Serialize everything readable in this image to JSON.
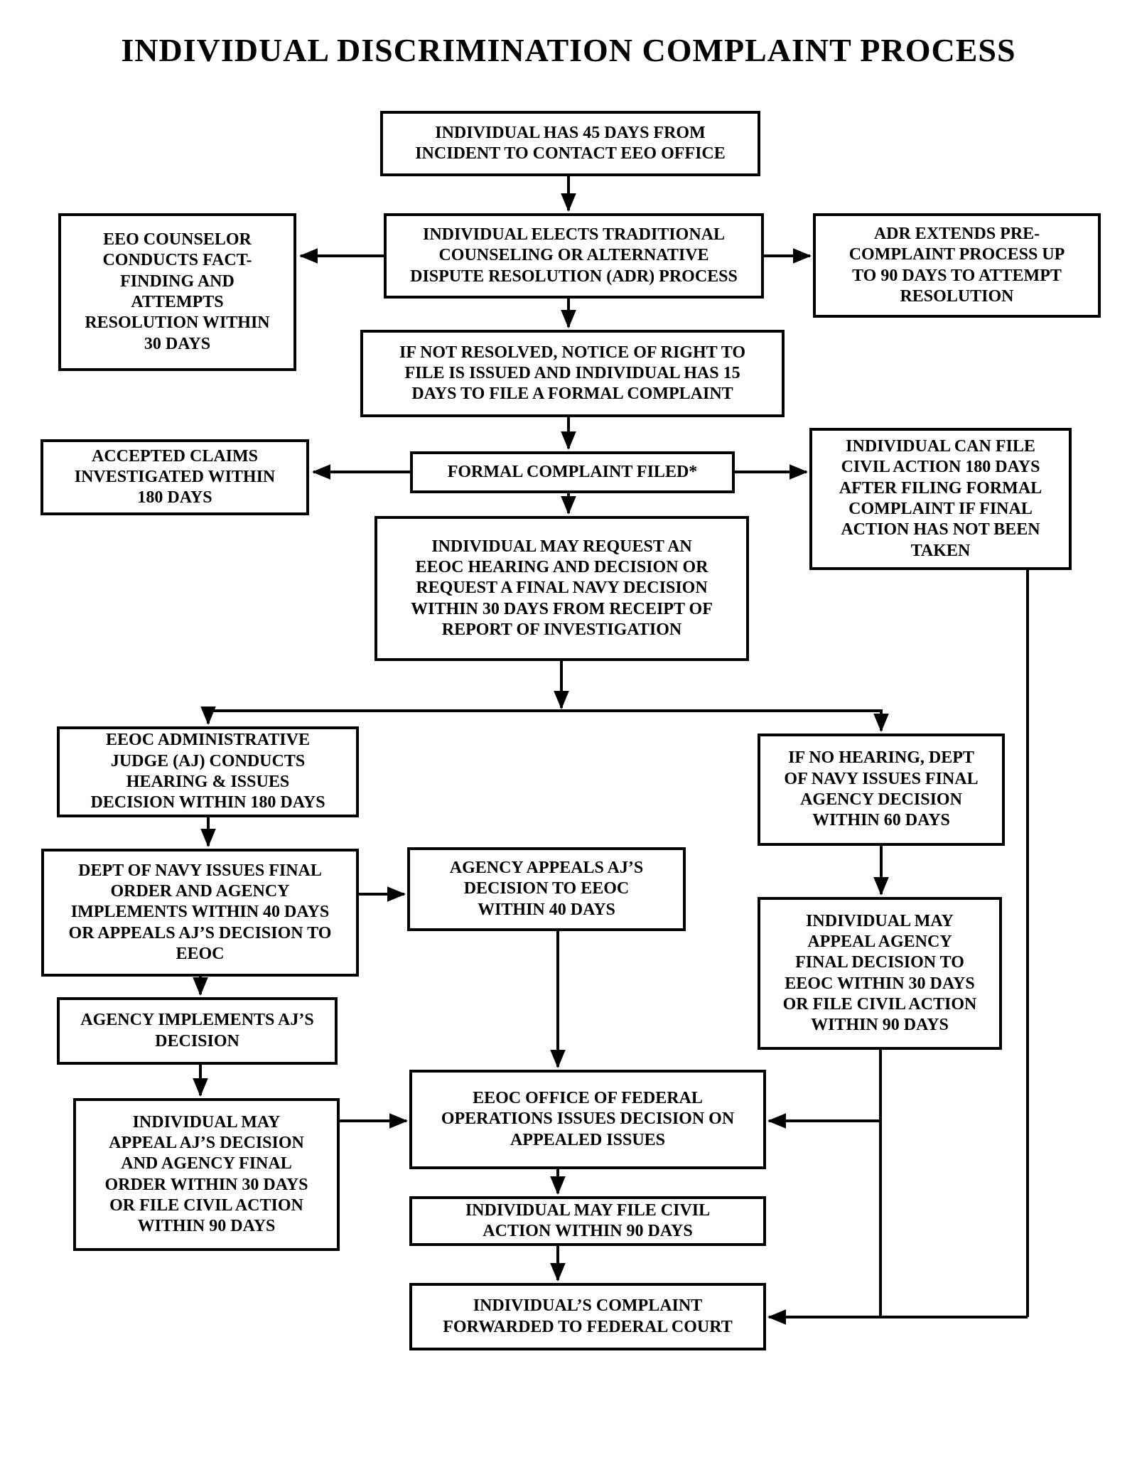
{
  "title": "INDIVIDUAL DISCRIMINATION COMPLAINT PROCESS",
  "nodes": {
    "contact_eeo": {
      "label": "INDIVIDUAL HAS 45 DAYS FROM\nINCIDENT TO CONTACT EEO OFFICE"
    },
    "eeo_counselor": {
      "label": "EEO COUNSELOR\nCONDUCTS FACT-\nFINDING AND\nATTEMPTS\nRESOLUTION WITHIN\n30 DAYS"
    },
    "elect_counseling": {
      "label": "INDIVIDUAL ELECTS TRADITIONAL\nCOUNSELING OR ALTERNATIVE\nDISPUTE RESOLUTION (ADR) PROCESS"
    },
    "adr_extends": {
      "label": "ADR EXTENDS PRE-\nCOMPLAINT PROCESS UP\nTO 90 DAYS TO ATTEMPT\nRESOLUTION"
    },
    "notice_right_file": {
      "label": "IF NOT RESOLVED, NOTICE OF RIGHT TO\nFILE IS ISSUED AND INDIVIDUAL HAS 15\nDAYS TO FILE A FORMAL COMPLAINT"
    },
    "accepted_claims": {
      "label": "ACCEPTED CLAIMS\nINVESTIGATED WITHIN\n180 DAYS"
    },
    "formal_complaint": {
      "label": "FORMAL COMPLAINT FILED*"
    },
    "civil_action_180": {
      "label": "INDIVIDUAL CAN FILE\nCIVIL ACTION 180 DAYS\nAFTER FILING FORMAL\nCOMPLAINT IF FINAL\nACTION HAS NOT BEEN\nTAKEN"
    },
    "request_hearing": {
      "label": "INDIVIDUAL MAY REQUEST AN\nEEOC HEARING AND DECISION OR\nREQUEST A FINAL NAVY DECISION\nWITHIN 30 DAYS FROM RECEIPT OF\nREPORT OF INVESTIGATION"
    },
    "eeoc_aj": {
      "label": "EEOC ADMINISTRATIVE\nJUDGE (AJ) CONDUCTS\nHEARING & ISSUES\nDECISION WITHIN 180 DAYS"
    },
    "no_hearing": {
      "label": "IF NO HEARING, DEPT\nOF NAVY ISSUES FINAL\nAGENCY DECISION\nWITHIN 60 DAYS"
    },
    "navy_final_order": {
      "label": "DEPT OF NAVY ISSUES FINAL\nORDER AND AGENCY\nIMPLEMENTS WITHIN 40 DAYS\nOR APPEALS AJ’S DECISION TO\nEEOC"
    },
    "agency_appeals": {
      "label": "AGENCY APPEALS AJ’S\nDECISION TO EEOC\nWITHIN 40 DAYS"
    },
    "appeal_agency": {
      "label": "INDIVIDUAL MAY\nAPPEAL AGENCY\nFINAL DECISION TO\nEEOC WITHIN 30 DAYS\nOR FILE CIVIL ACTION\nWITHIN 90 DAYS"
    },
    "agency_implements": {
      "label": "AGENCY IMPLEMENTS AJ’S\nDECISION"
    },
    "appeal_aj": {
      "label": "INDIVIDUAL MAY\nAPPEAL AJ’S DECISION\nAND AGENCY FINAL\nORDER WITHIN 30 DAYS\nOR FILE CIVIL ACTION\nWITHIN 90 DAYS"
    },
    "ofo_decision": {
      "label": "EEOC OFFICE OF FEDERAL\nOPERATIONS ISSUES DECISION ON\nAPPEALED ISSUES"
    },
    "civil_action_90": {
      "label": "INDIVIDUAL MAY FILE CIVIL\nACTION WITHIN 90 DAYS"
    },
    "federal_court": {
      "label": "INDIVIDUAL’S COMPLAINT\nFORWARDED TO FEDERAL COURT"
    }
  },
  "colors": {
    "line": "#000000",
    "background": "#ffffff"
  }
}
